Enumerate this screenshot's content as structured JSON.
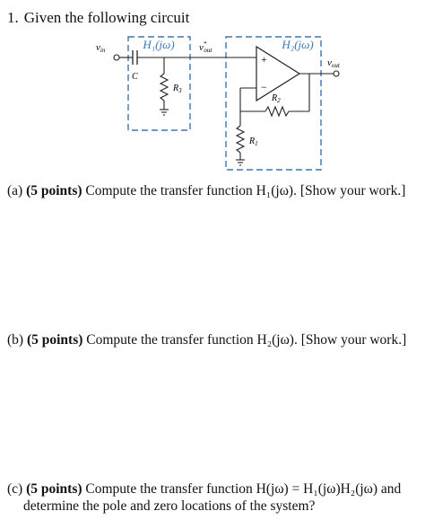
{
  "problem": {
    "number": "1.",
    "title": "Given the following circuit"
  },
  "circuit": {
    "block1_label": "H₁(jω)",
    "block2_label": "H₂(jω)",
    "vin": "v",
    "vin_sub": "in",
    "vout_mid": "v",
    "vout_mid_sup": "*",
    "vout_mid_sub": "out",
    "vout": "v",
    "vout_sub": "out",
    "capacitor": "C",
    "r3": "R",
    "r3_sub": "3",
    "r2": "R",
    "r2_sub": "2",
    "r1": "R",
    "r1_sub": "1",
    "plus": "+",
    "minus": "−",
    "box_color": "#3a78b5",
    "label_color": "#3a78b5"
  },
  "questions": {
    "a": {
      "label": "(a)",
      "points": "(5 points)",
      "text": " Compute the transfer function H₁(jω). [Show your work.]"
    },
    "b": {
      "label": "(b)",
      "points": "(5 points)",
      "text": " Compute the transfer function H₂(jω). [Show your work.]"
    },
    "c": {
      "label": "(c)",
      "points": "(5 points)",
      "text": " Compute the transfer function H(jω) = H₁(jω)H₂(jω) and",
      "text2": "determine the pole and zero locations of the system?"
    }
  }
}
